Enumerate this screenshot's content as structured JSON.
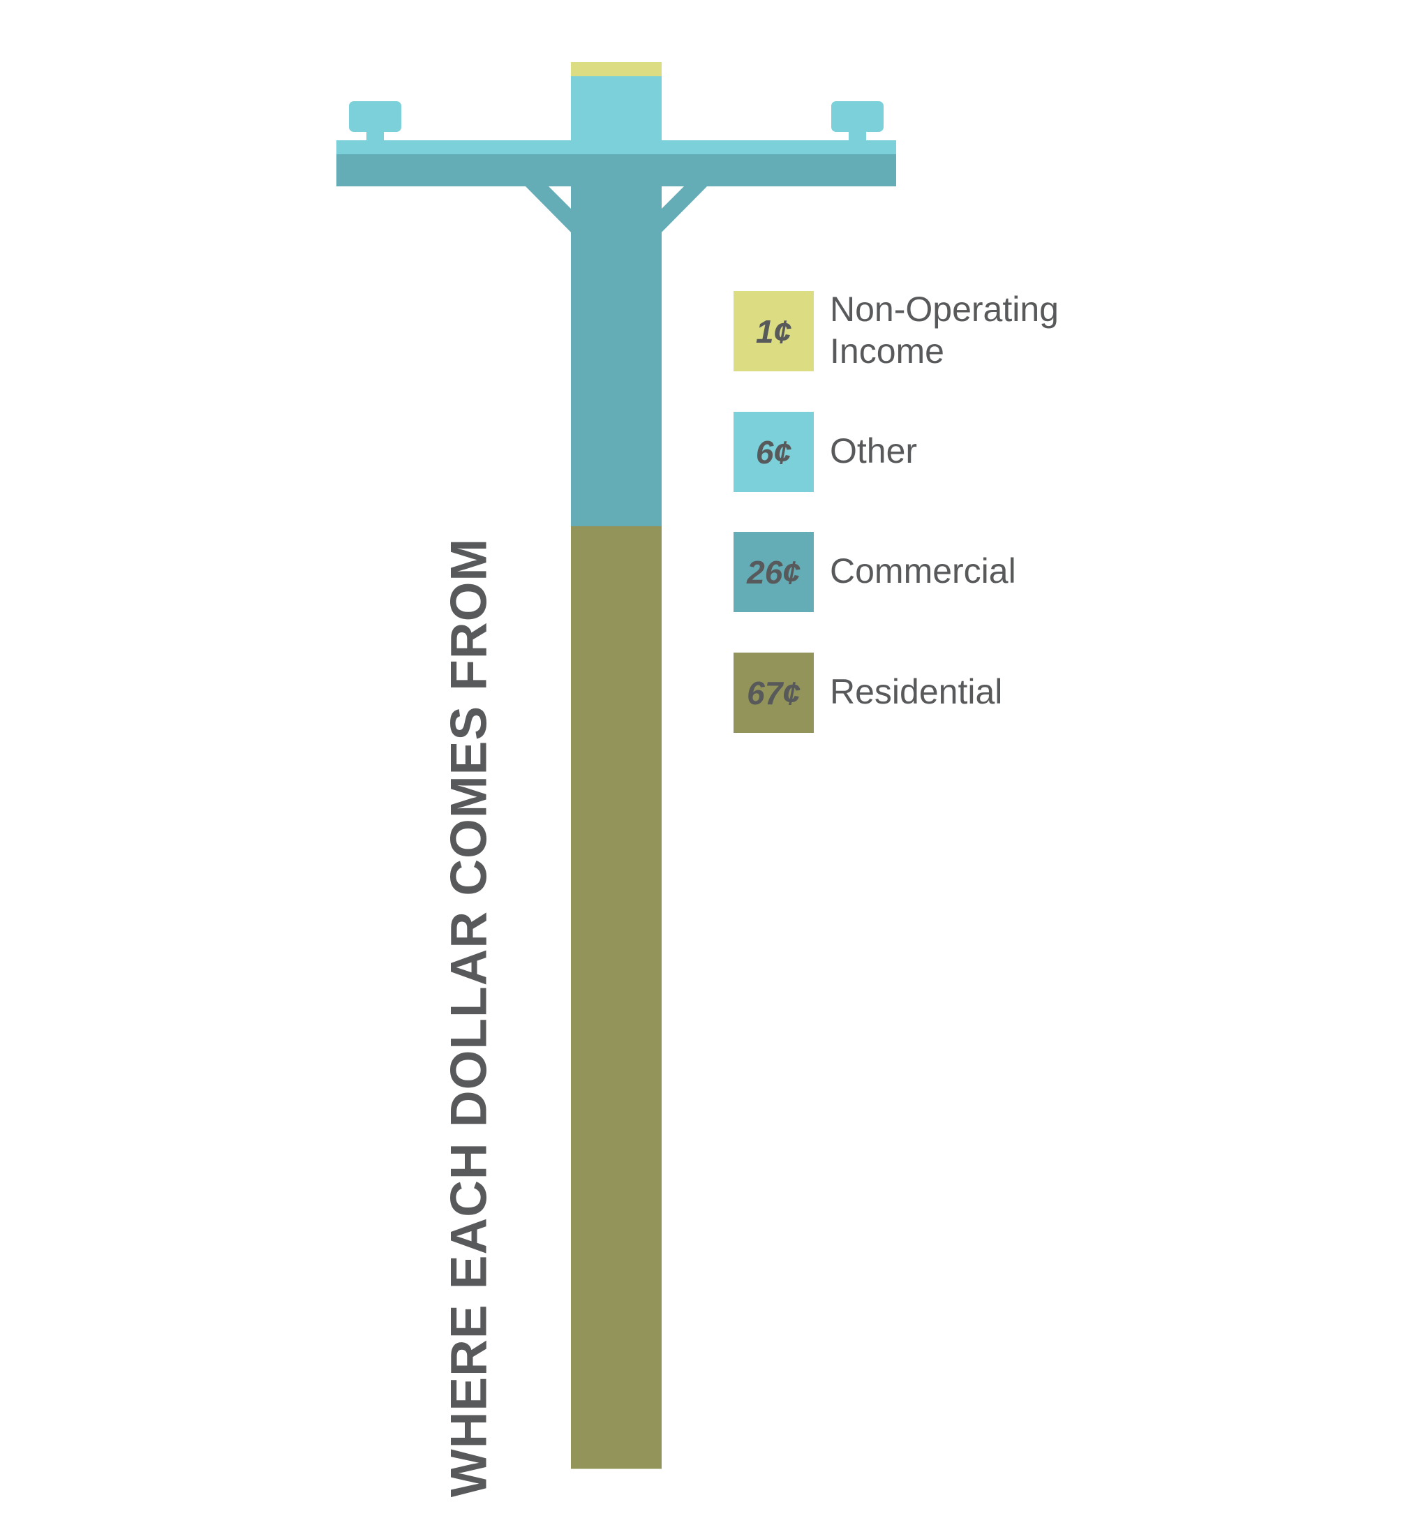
{
  "chart_data": {
    "type": "bar",
    "title": "WHERE EACH DOLLAR COMES FROM",
    "unit": "¢",
    "total": 100,
    "categories": [
      "Residential",
      "Commercial",
      "Other",
      "Non-Operating Income"
    ],
    "values": [
      67,
      26,
      6,
      1
    ],
    "series": [
      {
        "name": "Non-Operating Income",
        "label_lines": [
          "Non-Operating",
          "Income"
        ],
        "value": 1,
        "display": "1¢",
        "color": "#dcdc82"
      },
      {
        "name": "Other",
        "label_lines": [
          "Other"
        ],
        "value": 6,
        "display": "6¢",
        "color": "#7bd0d9"
      },
      {
        "name": "Commercial",
        "label_lines": [
          "Commercial"
        ],
        "value": 26,
        "display": "26¢",
        "color": "#64acb6"
      },
      {
        "name": "Residential",
        "label_lines": [
          "Residential"
        ],
        "value": 67,
        "display": "67¢",
        "color": "#929459"
      }
    ],
    "legend": "right",
    "grid": false
  }
}
